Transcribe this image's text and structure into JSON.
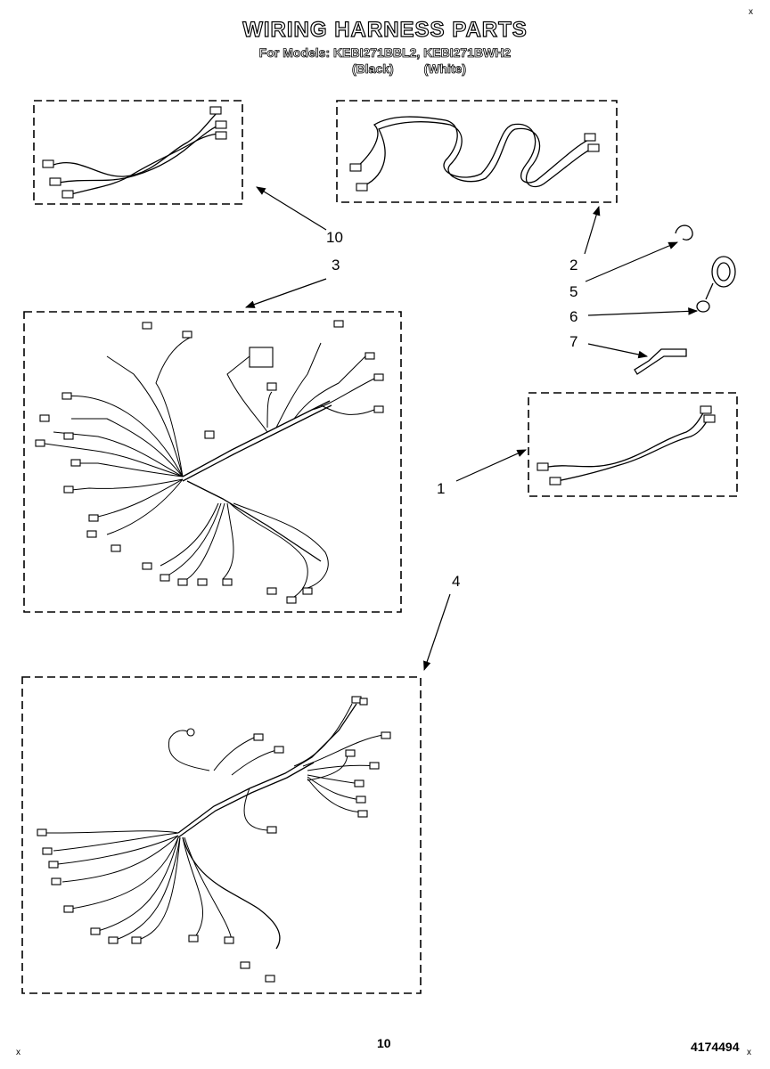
{
  "header": {
    "title": "WIRING HARNESS PARTS",
    "subtitle": "For Models: KEBI271BBL2, KEBI271BWH2",
    "color_black": "(Black)",
    "color_white": "(White)"
  },
  "callouts": {
    "c1": "1",
    "c2": "2",
    "c3": "3",
    "c4": "4",
    "c5": "5",
    "c6": "6",
    "c7": "7",
    "c10": "10"
  },
  "footer": {
    "page_number": "10",
    "doc_number": "4174494"
  }
}
